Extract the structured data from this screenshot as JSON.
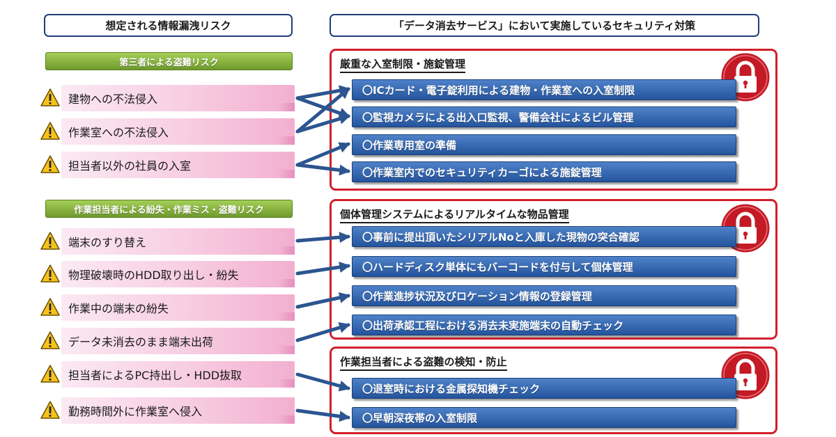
{
  "headers": {
    "left": "想定される情報漏洩リスク",
    "right": "「データ消去サービス」において実施しているセキュリティ対策"
  },
  "risk_groups": [
    {
      "label": "第三者による盗難リスク",
      "items": [
        "建物への不法侵入",
        "作業室への不法侵入",
        "担当者以外の社員の入室"
      ]
    },
    {
      "label": "作業担当者による紛失・作業ミス・盗難リスク",
      "items": [
        "端末のすり替え",
        "物理破壊時のHDD取り出し・紛失",
        "作業中の端末の紛失",
        "データ未消去のまま端末出荷",
        "担当者によるPC持出し・HDD抜取",
        "勤務時間外に作業室へ侵入"
      ]
    }
  ],
  "panels": [
    {
      "title": "厳重な入室制限・施錠管理",
      "measures": [
        "〇ICカード・電子錠利用による建物・作業室への入室制限",
        "〇監視カメラによる出入口監視、警備会社によるビル管理",
        "〇作業専用室の準備",
        "〇作業室内でのセキュリティカーゴによる施錠管理"
      ]
    },
    {
      "title": "個体管理システムによるリアルタイムな物品管理",
      "measures": [
        "〇事前に提出頂いたシリアルNoと入庫した現物の突合確認",
        "〇ハードディスク単体にもバーコードを付与して個体管理",
        "〇作業進捗状況及びロケーション情報の登録管理",
        "〇出荷承認工程における消去未実施端末の自動チェック"
      ]
    },
    {
      "title": "作業担当者による盗難の検知・防止",
      "measures": [
        "〇退室時における金属探知機チェック",
        "〇早朝深夜帯の入室制限"
      ]
    }
  ],
  "colors": {
    "panel_border": "#d21f2b",
    "measure_bar": "#2f62ad",
    "risk_label": "#7aa637",
    "risk_item": "#f5c6dd",
    "arrow": "#2c5590",
    "warning": "#f6c21c"
  },
  "icons": {
    "warning": "warning-triangle-icon",
    "lock": "padlock-icon"
  }
}
